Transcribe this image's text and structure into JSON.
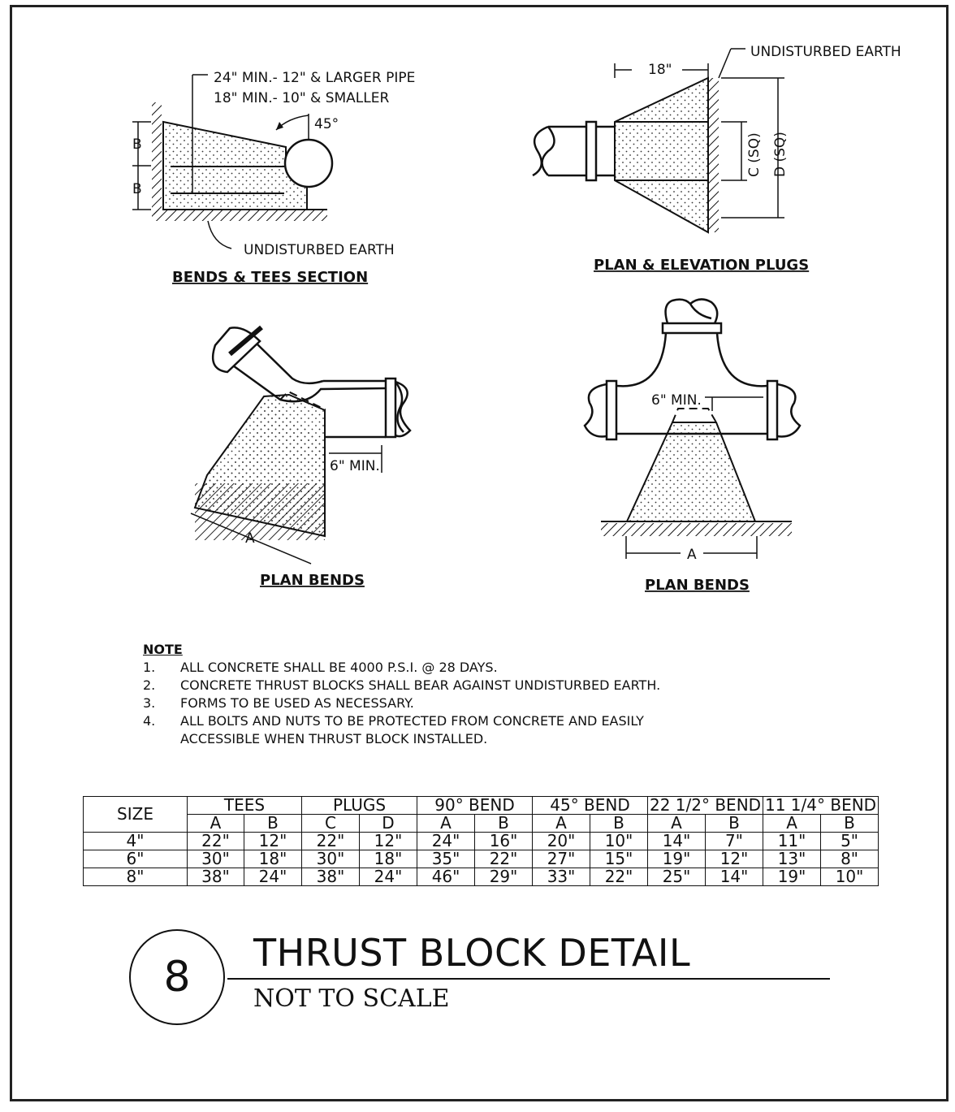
{
  "views": {
    "bends_tees": {
      "title": "BENDS & TEES SECTION",
      "note_line1": "24\" MIN.- 12\" & LARGER PIPE",
      "note_line2": "18\" MIN.- 10\" & SMALLER",
      "angle": "45°",
      "dim_b_top": "B",
      "dim_b_bottom": "B",
      "earth": "UNDISTURBED EARTH"
    },
    "plugs": {
      "title": "PLAN & ELEVATION PLUGS",
      "dim_18": "18\"",
      "earth": "UNDISTURBED EARTH",
      "dim_c": "C (SQ)",
      "dim_d": "D (SQ)"
    },
    "plan_bends_left": {
      "title": "PLAN BENDS",
      "min": "6\" MIN.",
      "dim_a": "A"
    },
    "plan_bends_right": {
      "title": "PLAN BENDS",
      "min": "6\" MIN.",
      "dim_a": "A"
    }
  },
  "notes": {
    "heading": "NOTE",
    "items": [
      {
        "num": "1.",
        "text": "ALL CONCRETE SHALL BE 4000 P.S.I. @ 28 DAYS."
      },
      {
        "num": "2.",
        "text": "CONCRETE THRUST BLOCKS SHALL BEAR AGAINST UNDISTURBED EARTH."
      },
      {
        "num": "3.",
        "text": "FORMS TO BE USED AS NECESSARY."
      },
      {
        "num": "4.",
        "text": "ALL BOLTS AND NUTS TO BE PROTECTED FROM CONCRETE AND EASILY"
      },
      {
        "num": "",
        "text": "ACCESSIBLE WHEN THRUST BLOCK INSTALLED."
      }
    ]
  },
  "table": {
    "size_header": "SIZE",
    "groups": [
      "TEES",
      "PLUGS",
      "90° BEND",
      "45° BEND",
      "22 1/2° BEND",
      "11 1/4° BEND"
    ],
    "subheaders": [
      "A",
      "B",
      "C",
      "D",
      "A",
      "B",
      "A",
      "B",
      "A",
      "B",
      "A",
      "B"
    ],
    "rows": [
      [
        "4\"",
        "22\"",
        "12\"",
        "22\"",
        "12\"",
        "24\"",
        "16\"",
        "20\"",
        "10\"",
        "14\"",
        "7\"",
        "11\"",
        "5\""
      ],
      [
        "6\"",
        "30\"",
        "18\"",
        "30\"",
        "18\"",
        "35\"",
        "22\"",
        "27\"",
        "15\"",
        "19\"",
        "12\"",
        "13\"",
        "8\""
      ],
      [
        "8\"",
        "38\"",
        "24\"",
        "38\"",
        "24\"",
        "46\"",
        "29\"",
        "33\"",
        "22\"",
        "25\"",
        "14\"",
        "19\"",
        "10\""
      ]
    ]
  },
  "title_block": {
    "number": "8",
    "title": "THRUST BLOCK DETAIL",
    "subtitle": "NOT TO SCALE"
  }
}
